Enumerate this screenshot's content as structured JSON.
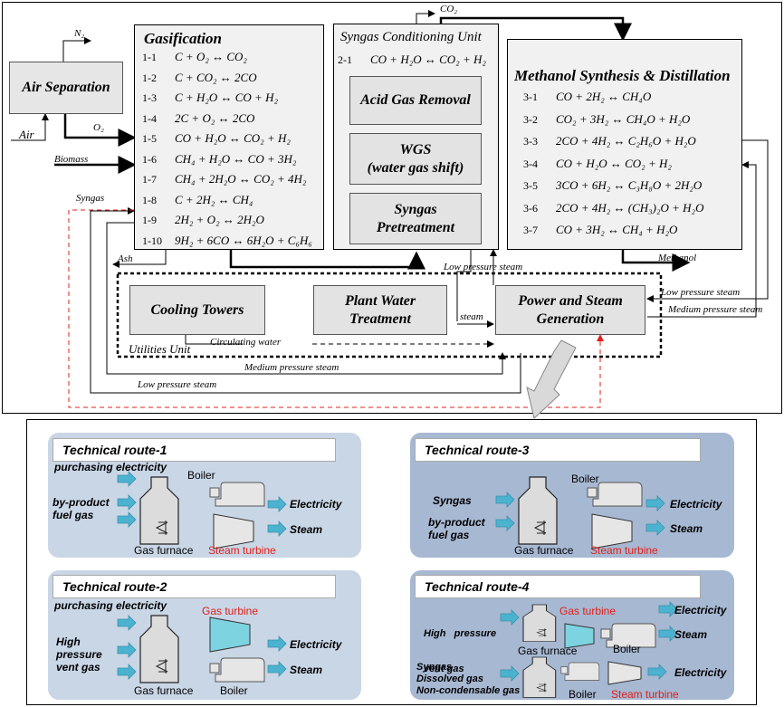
{
  "process": {
    "air_separation": "Air Separation",
    "gasification": {
      "title": "Gasification",
      "reactions": [
        {
          "id": "1-1",
          "eq": "C + O₂ ↔ CO₂"
        },
        {
          "id": "1-2",
          "eq": "C + CO₂ ↔ 2CO"
        },
        {
          "id": "1-3",
          "eq": "C + H₂O ↔ CO + H₂"
        },
        {
          "id": "1-4",
          "eq": "2C + O₂ ↔ 2CO"
        },
        {
          "id": "1-5",
          "eq": "CO + H₂O ↔ CO₂ + H₂"
        },
        {
          "id": "1-6",
          "eq": "CH₄ + H₂O ↔ CO + 3H₂"
        },
        {
          "id": "1-7",
          "eq": "CH₄ + 2H₂O ↔ CO₂ + 4H₂"
        },
        {
          "id": "1-8",
          "eq": "C + 2H₂ ↔ CH₄"
        },
        {
          "id": "1-9",
          "eq": "2H₂ + O₂ ↔ 2H₂O"
        },
        {
          "id": "1-10",
          "eq": "9H₂ + 6CO ↔ 6H₂O + C₆H₆"
        }
      ]
    },
    "syngas_conditioning": {
      "title": "Syngas Conditioning Unit",
      "reaction": {
        "id": "2-1",
        "eq": "CO + H₂O ↔ CO₂ + H₂"
      },
      "acid_gas": "Acid Gas Removal",
      "wgs_line1": "WGS",
      "wgs_line2": "(water gas shift)",
      "pre_line1": "Syngas",
      "pre_line2": "Pretreatment"
    },
    "methanol": {
      "title": "Methanol Synthesis & Distillation",
      "reactions": [
        {
          "id": "3-1",
          "eq": "CO + 2H₂ ↔ CH₄O"
        },
        {
          "id": "3-2",
          "eq": "CO₂ + 3H₂ ↔ CH₄O + H₂O"
        },
        {
          "id": "3-3",
          "eq": "2CO + 4H₂ ↔ C₂H₆O + H₂O"
        },
        {
          "id": "3-4",
          "eq": "CO + H₂O ↔ CO₂ + H₂"
        },
        {
          "id": "3-5",
          "eq": "3CO + 6H₂ ↔ C₃H₈O + 2H₂O"
        },
        {
          "id": "3-6",
          "eq": "2CO + 4H₂ ↔ (CH₃)₂O + H₂O"
        },
        {
          "id": "3-7",
          "eq": "CO + 3H₂ ↔ CH₄ + H₂O"
        }
      ]
    },
    "utilities": {
      "cooling_towers": "Cooling Towers",
      "water_line1": "Plant Water",
      "water_line2": "Treatment",
      "power_line1": "Power and Steam",
      "power_line2": "Generation",
      "unit_label": "Utilities Unit"
    },
    "labels": {
      "n2": "N₂",
      "o2": "O₂",
      "air": "Air",
      "biomass": "Biomass",
      "syngas": "Syngas",
      "ash": "Ash",
      "co2": "CO₂",
      "methanol": "Methanol",
      "steam": "steam",
      "lps_top": "Low pressure steam",
      "lps_right": "Low pressure steam",
      "mps_right": "Medium pressure steam",
      "circ_water": "Circulating water",
      "mps_bottom": "Medium pressure steam",
      "lps_bottom": "Low pressure steam"
    }
  },
  "routes": {
    "r1": {
      "title": "Technical route-1",
      "input1": "purchasing electricity",
      "input2_line1": "by-product",
      "input2_line2": "fuel gas",
      "boiler": "Boiler",
      "furnace": "Gas furnace",
      "turbine": "Steam turbine",
      "out1": "Electricity",
      "out2": "Steam"
    },
    "r2": {
      "title": "Technical route-2",
      "input1": "purchasing electricity",
      "input2_line1": "High",
      "input2_line2": "pressure",
      "input2_line3": "vent gas",
      "gas_turbine": "Gas turbine",
      "furnace": "Gas furnace",
      "boiler": "Boiler",
      "out1": "Electricity",
      "out2": "Steam"
    },
    "r3": {
      "title": "Technical route-3",
      "input1": "Syngas",
      "input2_line1": "by-product",
      "input2_line2": "fuel gas",
      "boiler": "Boiler",
      "furnace": "Gas furnace",
      "turbine": "Steam turbine",
      "out1": "Electricity",
      "out2": "Steam"
    },
    "r4": {
      "title": "Technical route-4",
      "input1_line1": "High   pressure",
      "input1_line2": "vent gas",
      "gas_turbine": "Gas turbine",
      "furnace": "Gas furnace",
      "boiler": "Boiler",
      "out1": "Electricity",
      "out2": "Steam",
      "input2_line1": "Syngas",
      "input2_line2": "Dissolved gas",
      "input2_line3": "Non-condensable gas",
      "boiler2": "Boiler",
      "turbine2": "Steam turbine",
      "out3": "Electricity"
    }
  },
  "colors": {
    "route_light": "#c9d6e6",
    "route_dark": "#a7b8d2",
    "arrow_fill": "#4bb3cf",
    "gas_turbine_fill": "#7ed3e0",
    "red_text": "#e0201b"
  }
}
